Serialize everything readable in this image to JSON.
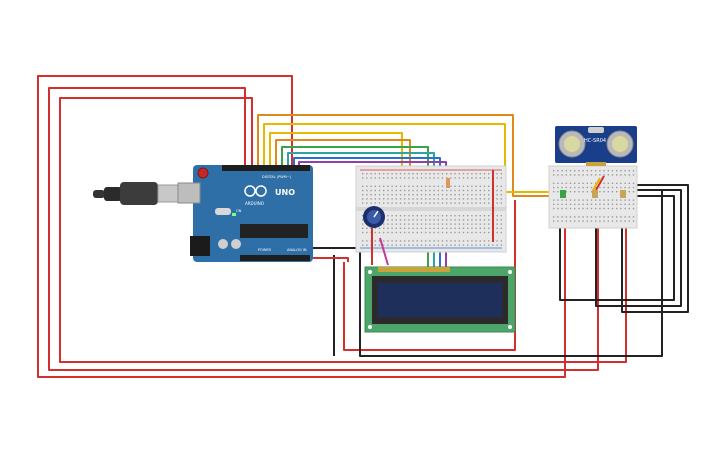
{
  "arduino": {
    "brand": "ARDUINO",
    "model": "UNO",
    "digital_header": "DIGITAL (PWM~)",
    "power_label": "POWER",
    "analog_label": "ANALOG IN",
    "onoff": "ON"
  },
  "sensor": {
    "label": "HC-SR04"
  },
  "lcd": {
    "display_text": ""
  },
  "colors": {
    "board": "#2f6fa8",
    "wire_red": "#d32f2f",
    "wire_black": "#222222",
    "wire_orange": "#e0891b",
    "wire_yellow": "#e6b800",
    "wire_green": "#3aa34a",
    "wire_blue": "#2a6fd6",
    "wire_teal": "#2aa6a0",
    "wire_purple": "#8e3fb0",
    "lcd_screen": "#1f2f5c",
    "lcd_pcb": "#4ea56a",
    "breadboard": "#e8e8e8"
  }
}
